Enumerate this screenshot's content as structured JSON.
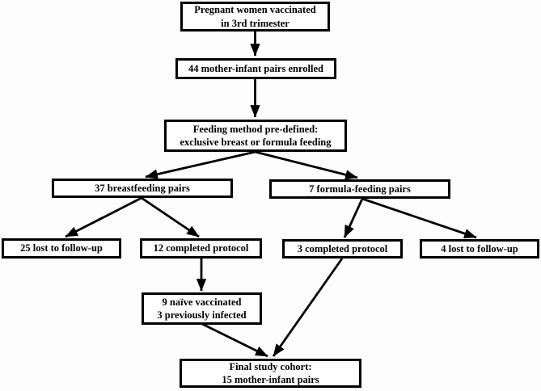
{
  "figure": {
    "type": "flowchart",
    "background_color": "#fdfdfd",
    "box_fill_color": "#ffffff",
    "box_border_color": "#000000",
    "arrow_color": "#000000"
  },
  "nodes": {
    "vaccinated": {
      "lines": [
        "Pregnant women vaccinated",
        "in 3rd trimester"
      ]
    },
    "enrolled": {
      "lines": [
        "44 mother-infant pairs enrolled"
      ]
    },
    "feeding": {
      "lines": [
        "Feeding method pre-defined:",
        "exclusive breast or formula feeding"
      ]
    },
    "breastfeeding": {
      "lines": [
        "37 breastfeeding pairs"
      ]
    },
    "formula": {
      "lines": [
        "7 formula-feeding pairs"
      ]
    },
    "bf_lost": {
      "lines": [
        "25 lost to follow-up"
      ]
    },
    "bf_completed": {
      "lines": [
        "12 completed protocol"
      ]
    },
    "ff_completed": {
      "lines": [
        "3 completed protocol"
      ]
    },
    "ff_lost": {
      "lines": [
        "4 lost to follow-up"
      ]
    },
    "naive": {
      "lines": [
        "9 naïve vaccinated",
        "3 previously infected"
      ]
    },
    "final": {
      "lines": [
        "Final study cohort:",
        "15 mother-infant pairs"
      ]
    }
  },
  "edges": [
    {
      "from": "vaccinated",
      "to": "enrolled"
    },
    {
      "from": "enrolled",
      "to": "feeding"
    },
    {
      "from": "feeding",
      "to": "breastfeeding"
    },
    {
      "from": "feeding",
      "to": "formula"
    },
    {
      "from": "breastfeeding",
      "to": "bf_lost"
    },
    {
      "from": "breastfeeding",
      "to": "bf_completed"
    },
    {
      "from": "formula",
      "to": "ff_completed"
    },
    {
      "from": "formula",
      "to": "ff_lost"
    },
    {
      "from": "bf_completed",
      "to": "naive"
    },
    {
      "from": "naive",
      "to": "final"
    },
    {
      "from": "ff_completed",
      "to": "final"
    }
  ]
}
